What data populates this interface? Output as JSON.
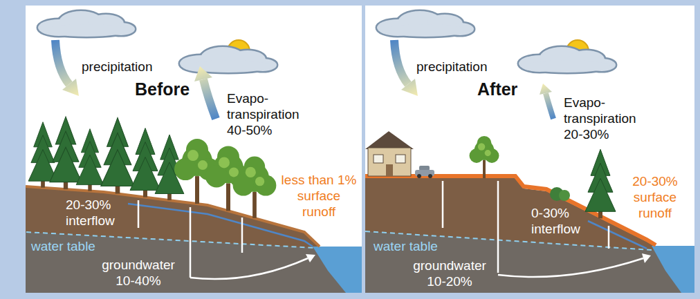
{
  "diagram": {
    "labels": [
      "precipitation",
      "Before",
      "Evapo- transpiration 40-50%",
      "less than 1% surface runoff",
      "20-30% interflow",
      "water table",
      "groundwater 10-40%",
      "precipitation",
      "After",
      "Evapo- transpiration 20-30%",
      "20-30% surface runoff",
      "0-30% interflow",
      "water table",
      "groundwater 10-20%"
    ]
  }
}
